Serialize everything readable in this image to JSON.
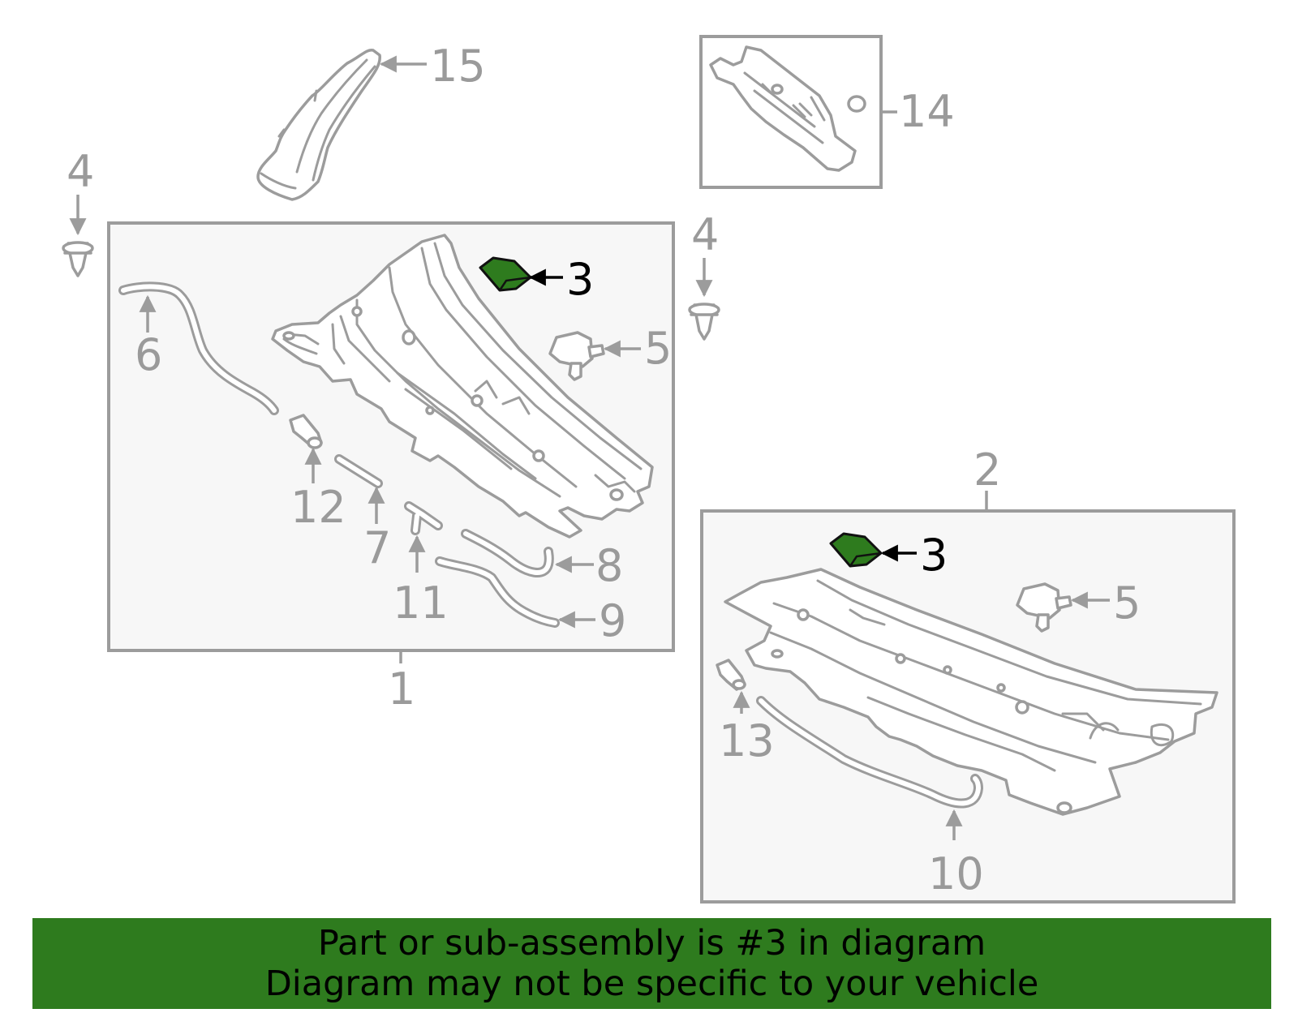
{
  "callouts": {
    "c1": "1",
    "c2": "2",
    "c3a": "3",
    "c3b": "3",
    "c4a": "4",
    "c4b": "4",
    "c5a": "5",
    "c5b": "5",
    "c6": "6",
    "c7": "7",
    "c8": "8",
    "c9": "9",
    "c10": "10",
    "c11": "11",
    "c12": "12",
    "c13": "13",
    "c14": "14",
    "c15": "15"
  },
  "highlight_part": "3",
  "colors": {
    "highlight_fill": "#2e7b1e",
    "banner_bg": "#2e7b1e",
    "line": "#9c9c9c"
  },
  "banner": {
    "line1": "Part or sub-assembly is #3 in diagram",
    "line2": "Diagram may not be specific to your vehicle"
  }
}
